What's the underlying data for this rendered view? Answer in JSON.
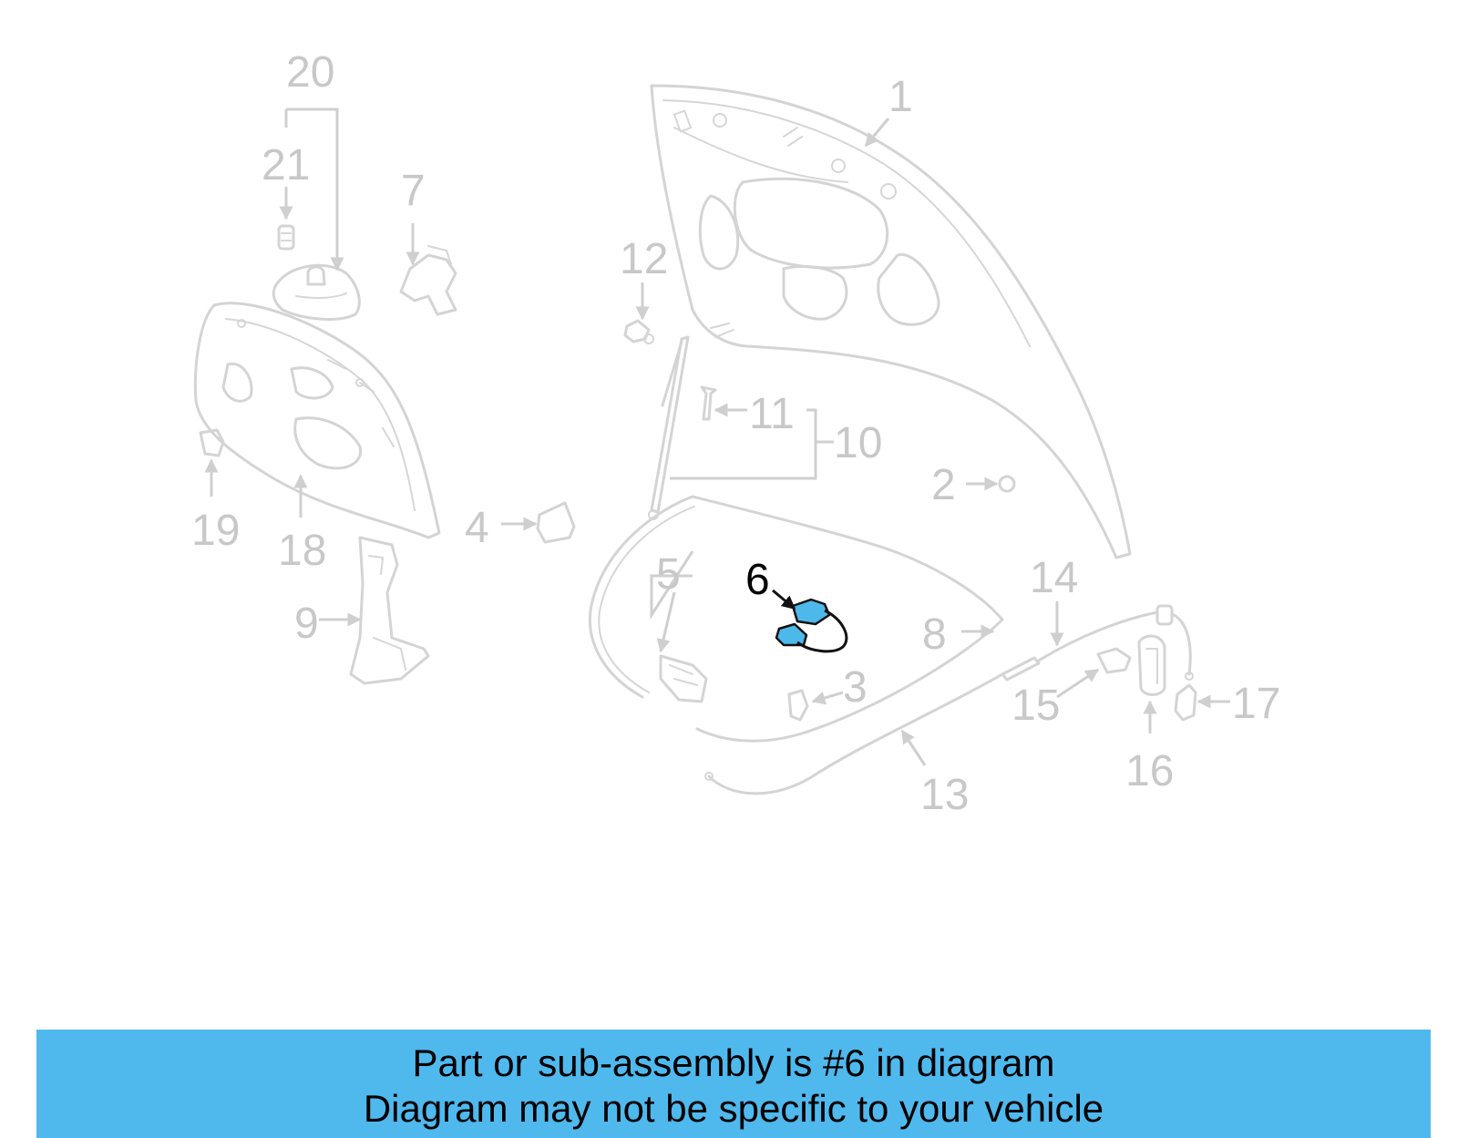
{
  "diagram": {
    "highlight_color": "#4fb9ee",
    "callouts": [
      "1",
      "2",
      "3",
      "4",
      "5",
      "6",
      "7",
      "8",
      "9",
      "10",
      "11",
      "12",
      "13",
      "14",
      "15",
      "16",
      "17",
      "18",
      "19",
      "20",
      "21"
    ],
    "highlighted": "6"
  },
  "banner": {
    "line1": "Part or sub-assembly is #6 in diagram",
    "line2": "Diagram may not be specific to your vehicle"
  }
}
